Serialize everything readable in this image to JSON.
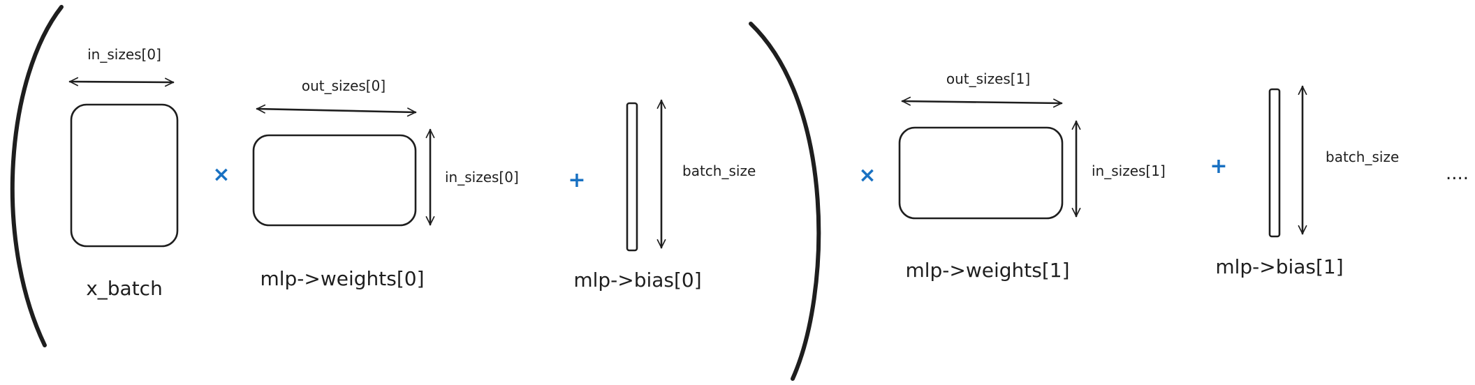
{
  "diagram": {
    "ops": {
      "multiply": "×",
      "plus": "+"
    },
    "layer0": {
      "x_batch": {
        "name": "x_batch",
        "width_label": "in_sizes[0]"
      },
      "weights": {
        "name": "mlp->weights[0]",
        "width_label": "out_sizes[0]",
        "height_label": "in_sizes[0]"
      },
      "bias": {
        "name": "mlp->bias[0]",
        "height_label": "batch_size"
      }
    },
    "layer1": {
      "weights": {
        "name": "mlp->weights[1]",
        "width_label": "out_sizes[1]",
        "height_label": "in_sizes[1]"
      },
      "bias": {
        "name": "mlp->bias[1]",
        "height_label": "batch_size"
      }
    },
    "continuation": "...."
  },
  "colors": {
    "stroke": "#1e1e1e",
    "operator": "#1971c2",
    "background": "#ffffff"
  }
}
